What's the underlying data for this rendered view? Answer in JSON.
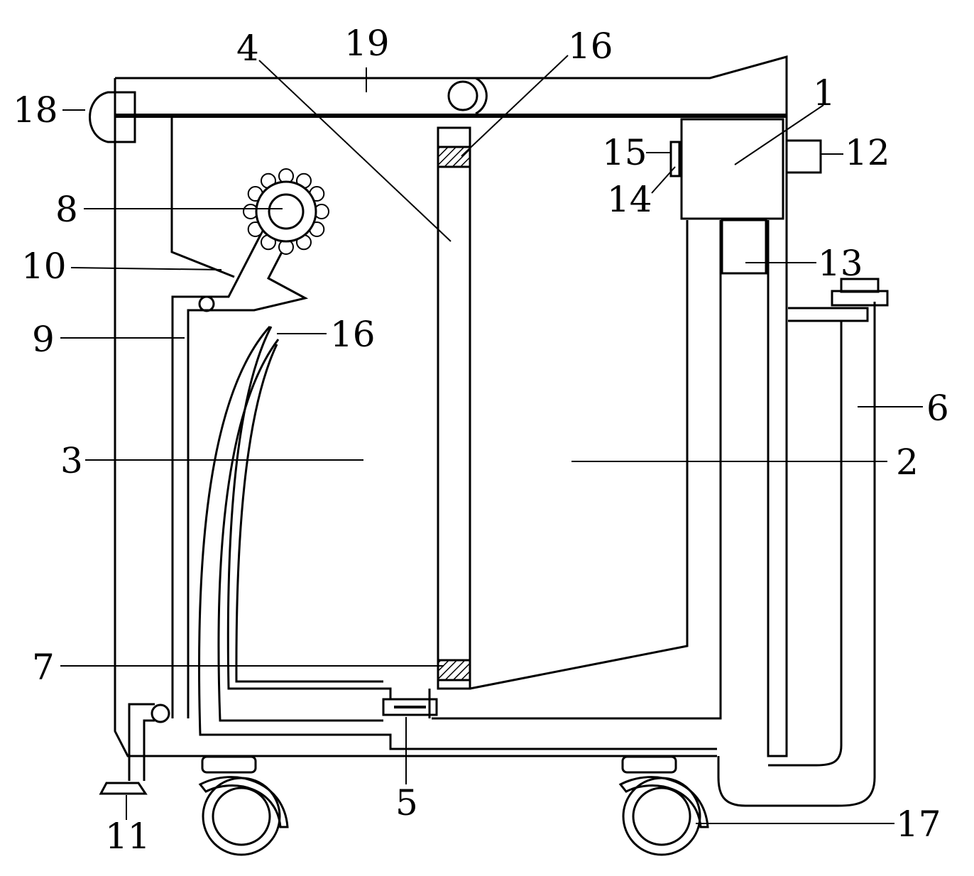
{
  "labels": {
    "l1": "1",
    "l2": "2",
    "l3": "3",
    "l4": "4",
    "l5": "5",
    "l6": "6",
    "l7": "7",
    "l8": "8",
    "l9": "9",
    "l10": "10",
    "l11": "11",
    "l12": "12",
    "l13": "13",
    "l14": "14",
    "l15": "15",
    "l16a": "16",
    "l16b": "16",
    "l17": "17",
    "l18": "18",
    "l19": "19"
  }
}
